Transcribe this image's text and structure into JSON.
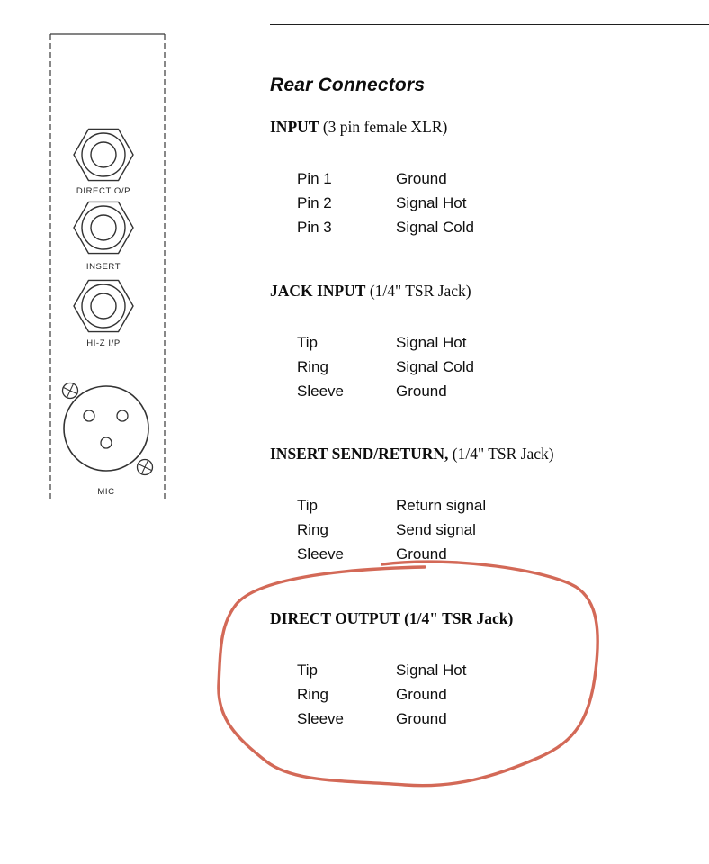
{
  "page": {
    "title": "Rear Connectors"
  },
  "panel_diagram": {
    "jack_labels": [
      "DIRECT O/P",
      "INSERT",
      "HI-Z I/P"
    ],
    "xlr_label": "MIC"
  },
  "sections": [
    {
      "heading_bold": "INPUT",
      "heading_rest": " (3 pin female XLR)",
      "rows": [
        [
          "Pin 1",
          "Ground"
        ],
        [
          "Pin 2",
          "Signal Hot"
        ],
        [
          "Pin 3",
          "Signal Cold"
        ]
      ]
    },
    {
      "heading_bold": "JACK INPUT",
      "heading_rest": " (1/4\" TSR Jack)",
      "rows": [
        [
          "Tip",
          "Signal Hot"
        ],
        [
          "Ring",
          "Signal Cold"
        ],
        [
          "Sleeve",
          "Ground"
        ]
      ]
    },
    {
      "heading_bold": "INSERT SEND/RETURN,",
      "heading_rest": " (1/4\" TSR Jack)",
      "rows": [
        [
          "Tip",
          "Return signal"
        ],
        [
          "Ring",
          "Send signal"
        ],
        [
          "Sleeve",
          "Ground"
        ]
      ]
    },
    {
      "heading_bold": "DIRECT OUTPUT (1/4\" TSR Jack)",
      "heading_rest": "",
      "rows": [
        [
          "Tip",
          "Signal Hot"
        ],
        [
          "Ring",
          "Ground"
        ],
        [
          "Sleeve",
          "Ground"
        ]
      ]
    }
  ],
  "annotation": {
    "type": "hand-drawn-circle",
    "color": "#cf5c49"
  }
}
